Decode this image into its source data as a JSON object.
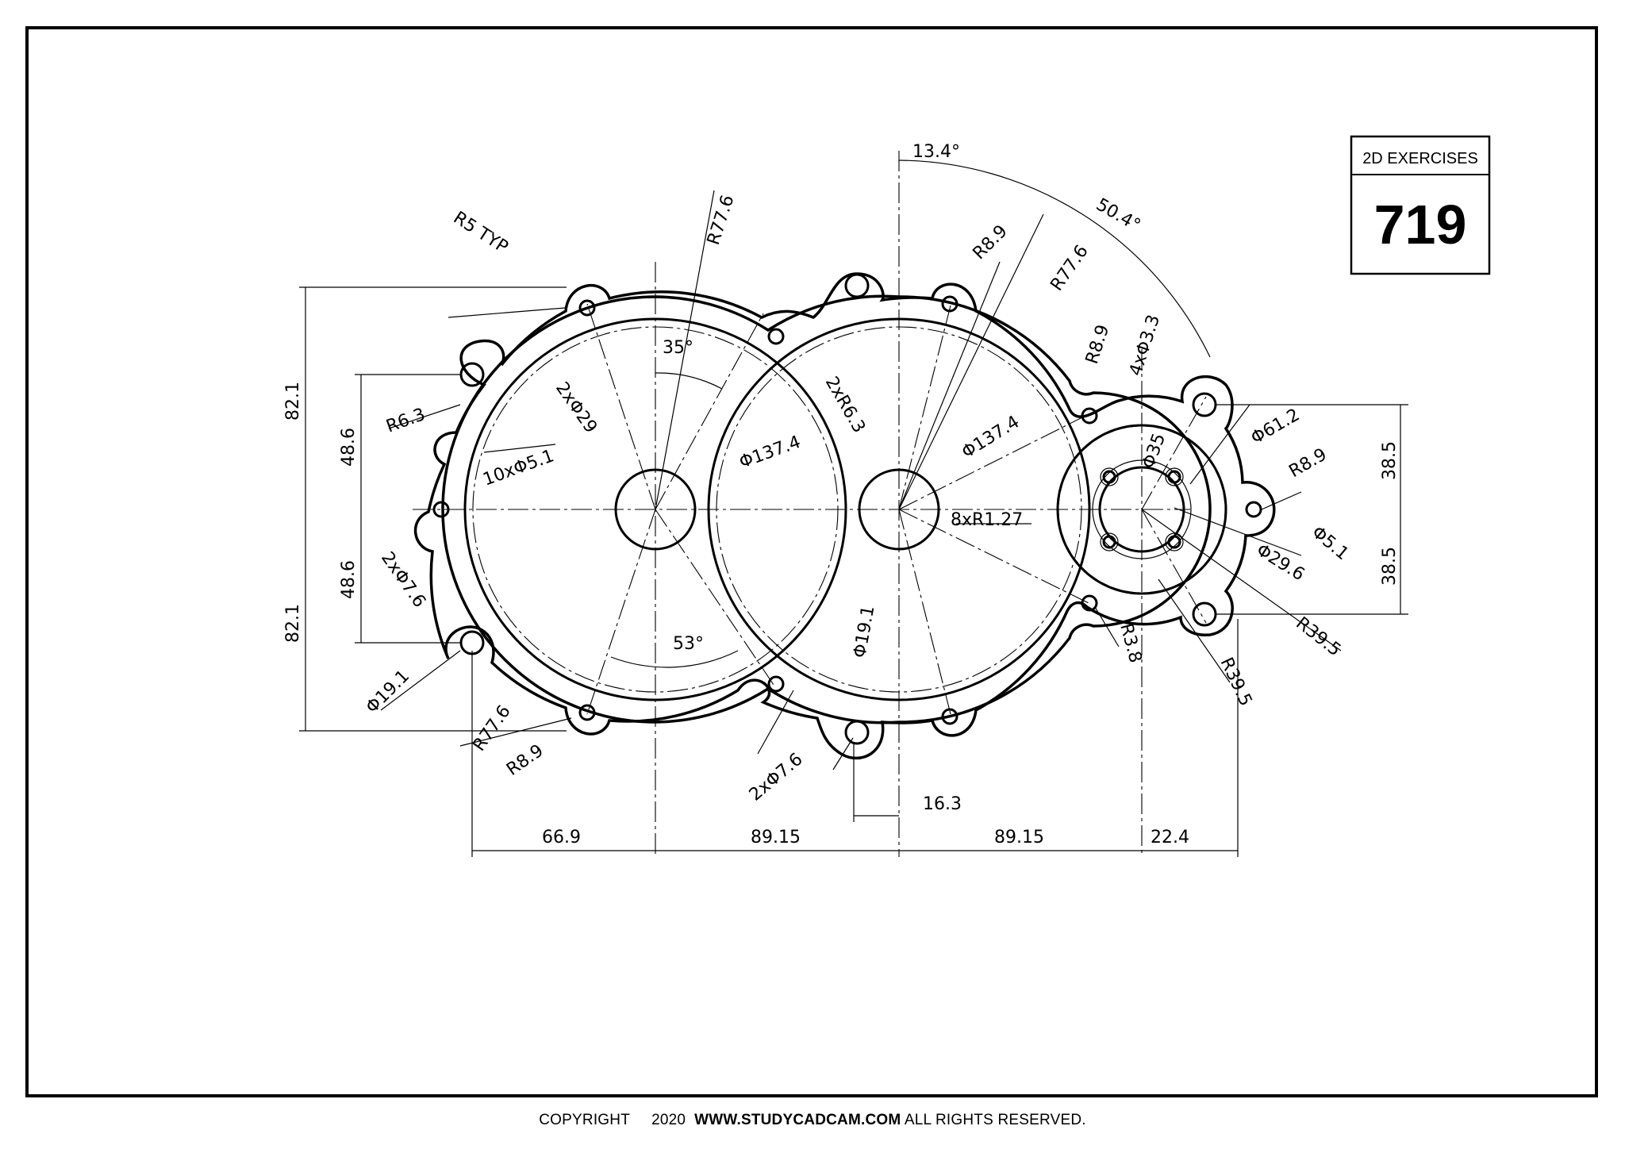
{
  "badge": {
    "title": "2D EXERCISES",
    "number": "719"
  },
  "dimensions": {
    "r5_typ": "R5  TYP",
    "r77_6_top": "R77.6",
    "r77_6_right": "R77.6",
    "r77_6_bottom": "R77.6",
    "angle_13_4": "13.4°",
    "angle_50_4": "50.4°",
    "angle_35": "35°",
    "angle_53": "53°",
    "r8_9_top": "R8.9",
    "r8_9_mid": "R8.9",
    "r8_9_right": "R8.9",
    "r8_9_bottom": "R8.9",
    "r6_3": "R6.3",
    "two_r6_3": "2xR6.3",
    "two_dia_29": "2xΦ29",
    "ten_dia_5_1": "10xΦ5.1",
    "dia_137_4_left": "Φ137.4",
    "dia_137_4_right": "Φ137.4",
    "four_dia_3_3": "4xΦ3.3",
    "dia_35": "Φ35",
    "dia_61_2": "Φ61.2",
    "eight_r1_27": "8xR1.27",
    "dia_5_1": "Φ5.1",
    "dia_29_6": "Φ29.6",
    "r39_5_a": "R39.5",
    "r39_5_b": "R39.5",
    "r3_8": "R3.8",
    "dia_19_1_left": "Φ19.1",
    "dia_19_1_bottom": "Φ19.1",
    "two_dia_7_6_left": "2xΦ7.6",
    "two_dia_7_6_bottom": "2xΦ7.6",
    "v_82_1_top": "82.1",
    "v_82_1_bottom": "82.1",
    "v_48_6_top": "48.6",
    "v_48_6_bottom": "48.6",
    "v_38_5_top": "38.5",
    "v_38_5_bottom": "38.5",
    "h_66_9": "66.9",
    "h_89_15_a": "89.15",
    "h_89_15_b": "89.15",
    "h_22_4": "22.4",
    "h_16_3": "16.3"
  },
  "footer": {
    "copyright": "COPYRIGHT",
    "year": "2020",
    "website": "WWW.STUDYCADCAM.COM",
    "rights": "ALL RIGHTS RESERVED."
  }
}
